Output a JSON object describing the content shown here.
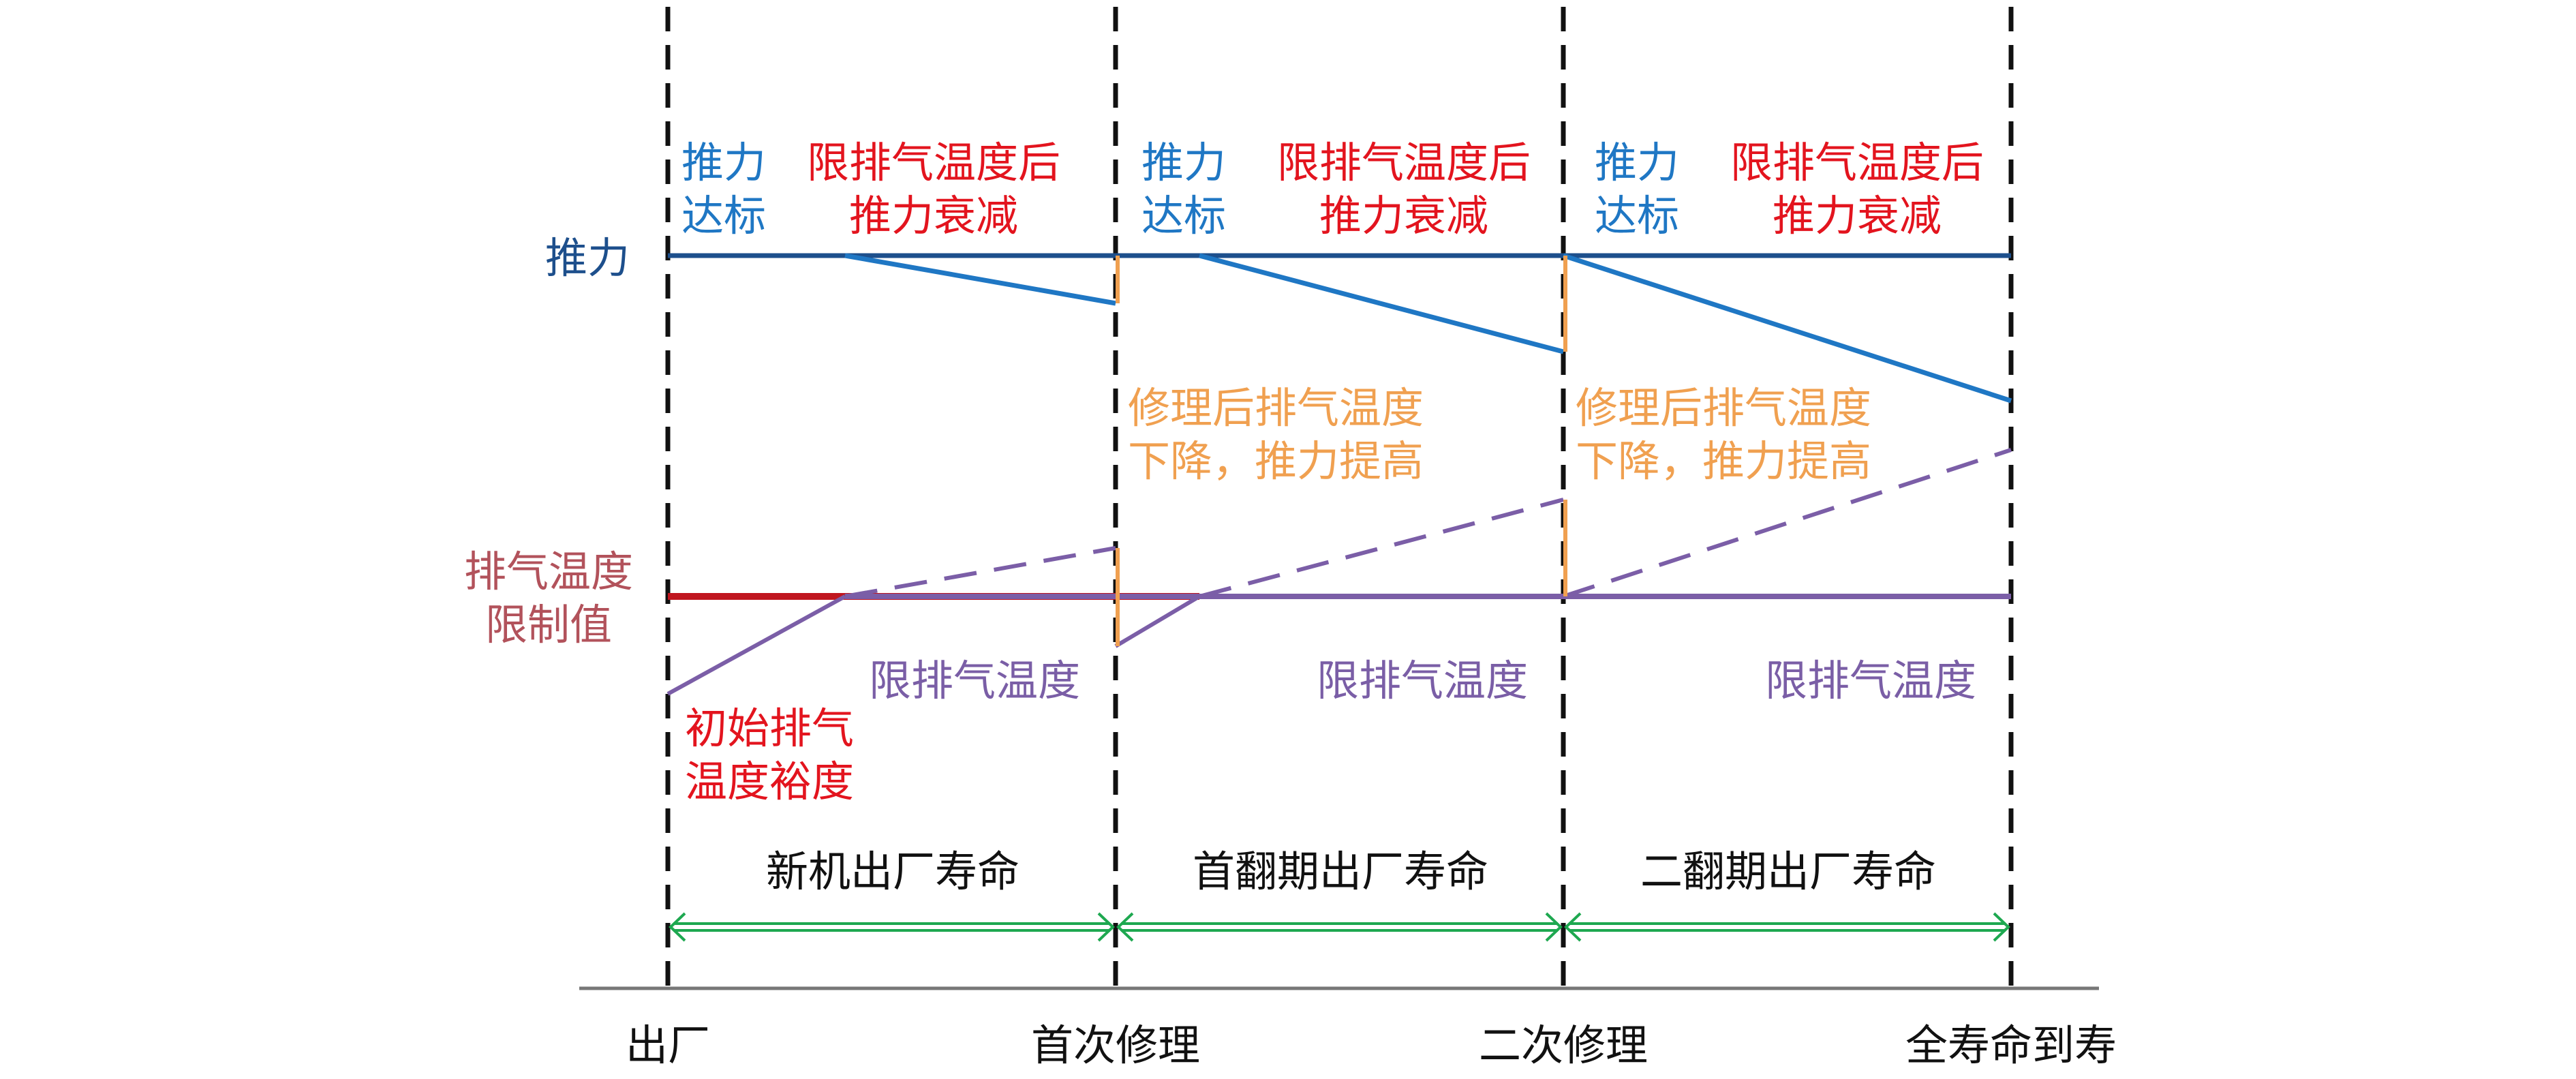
{
  "colors": {
    "thrust_line": "#1d4f8c",
    "thrust_decay": "#1f77c4",
    "egt_limit": "#c0161f",
    "egt_actual": "#7b5ea7",
    "repair_jump": "#f0a050",
    "life_arrow": "#1ea850",
    "divider": "#111111",
    "axis": "#777777"
  },
  "y_labels": {
    "thrust": "推力",
    "egt_limit": [
      "排气温度",
      "限制值"
    ]
  },
  "x_labels": [
    "出厂",
    "首次修理",
    "二次修理",
    "全寿命到寿"
  ],
  "segments": [
    {
      "thrust_ok": [
        "推力",
        "达标"
      ],
      "thrust_decay": [
        "限排气温度后",
        "推力衰减"
      ],
      "egt_limited": "限排气温度",
      "life": "新机出厂寿命"
    },
    {
      "thrust_ok": [
        "推力",
        "达标"
      ],
      "thrust_decay": [
        "限排气温度后",
        "推力衰减"
      ],
      "egt_limited": "限排气温度",
      "life": "首翻期出厂寿命"
    },
    {
      "thrust_ok": [
        "推力",
        "达标"
      ],
      "thrust_decay": [
        "限排气温度后",
        "推力衰减"
      ],
      "egt_limited": "限排气温度",
      "life": "二翻期出厂寿命"
    }
  ],
  "repair_notes": [
    [
      "修理后排气温度",
      "下降，推力提高"
    ],
    [
      "修理后排气温度",
      "下降，推力提高"
    ]
  ],
  "initial_margin": [
    "初始排气",
    "温度裕度"
  ]
}
